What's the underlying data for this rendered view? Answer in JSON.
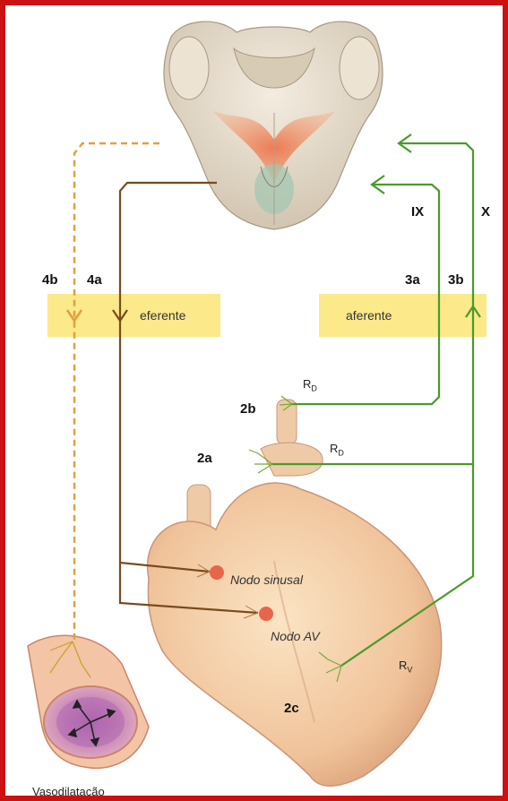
{
  "labels": {
    "efferent_band": "eferente",
    "afferent_band": "aferente",
    "label_4b": "4b",
    "label_4a": "4a",
    "label_3a": "3a",
    "label_3b": "3b",
    "label_IX": "IX",
    "label_X": "X",
    "label_2b": "2b",
    "label_2a": "2a",
    "label_2c": "2c",
    "r_d_top": "R",
    "r_d_top_sub": "D",
    "r_d_mid": "R",
    "r_d_mid_sub": "D",
    "r_v": "R",
    "r_v_sub": "V",
    "nodo_sinusal": "Nodo sinusal",
    "nodo_av": "Nodo AV",
    "vasodilatation": "Vasodilatação"
  },
  "colors": {
    "frame": "#cc1111",
    "band": "#fbe98a",
    "efferent_dashed": "#e0a040",
    "efferent_solid": "#7a4a1c",
    "afferent": "#4a9a2c",
    "heart": "#f1c9a0",
    "brainstem": "#e6dccb",
    "brainstem_nucleus": "#e8835a",
    "node_dot": "#e8654a"
  }
}
